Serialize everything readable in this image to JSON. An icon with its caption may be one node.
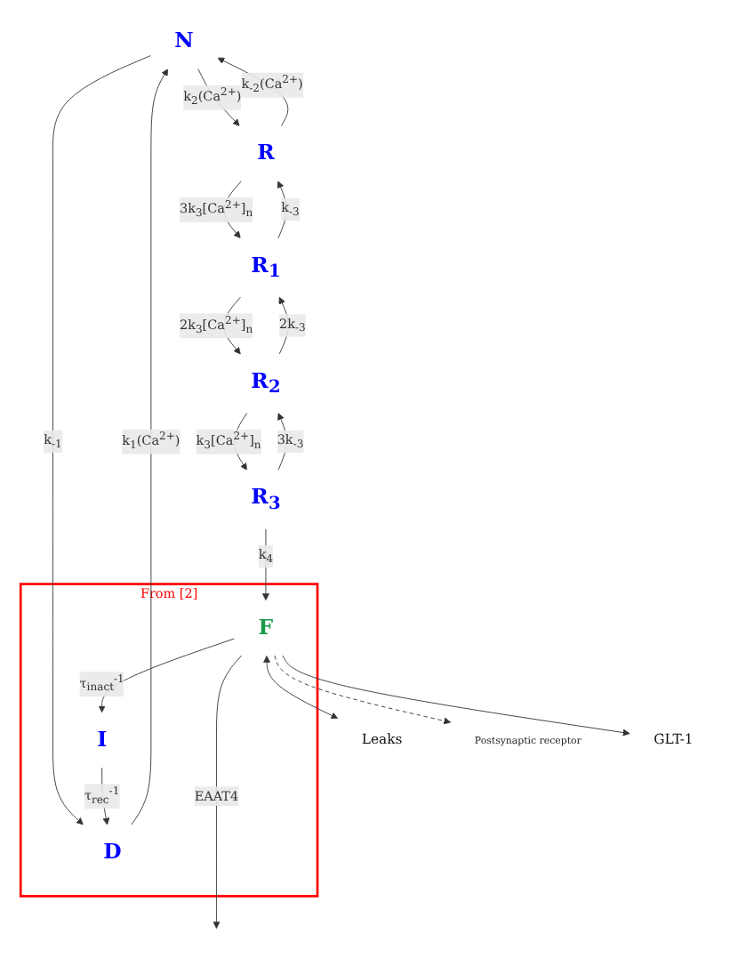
{
  "diagram": {
    "nodes": [
      {
        "text": [
          "N"
        ]
      },
      {
        "text": [
          "R"
        ]
      },
      {
        "text": [
          "R$_{1}$"
        ]
      },
      {
        "text": [
          "R$_{2}$"
        ]
      },
      {
        "text": [
          "R$_{3}$"
        ]
      },
      {
        "text": [
          "From [2]"
        ]
      },
      {
        "text": [
          "D"
        ],
        "in": 5
      },
      {
        "text": [
          "I"
        ],
        "in": 5
      },
      {
        "text": [
          "F"
        ],
        "in": 5
      },
      {
        "text": [
          "Leaks"
        ]
      },
      {
        "text": [
          "Postsynaptic receptor"
        ]
      },
      {
        "text": [
          "GLT-1"
        ]
      }
    ],
    "edges": [
      {
        "from": 0,
        "to": 6,
        "arrow": "to",
        "label": "k$_{-1}$"
      },
      {
        "from": 6,
        "to": 0,
        "arrow": "to",
        "label": "k$_{1}$(Ca$^{2+}$)"
      },
      {
        "from": 1,
        "to": 0,
        "arrow": "to",
        "label": "k$_{-2}$(Ca$^{2+}$)"
      },
      {
        "from": 0,
        "to": 1,
        "arrow": "to",
        "label": "k$_{2}$(Ca$^{2+}$)"
      },
      {
        "from": 2,
        "to": 1,
        "arrow": "to",
        "label": "k$_{-3}$"
      },
      {
        "from": 1,
        "to": 2,
        "arrow": "to",
        "label": "3k$_{3}$[Ca$^{2+}$]$_{n}$"
      },
      {
        "from": 3,
        "to": 2,
        "arrow": "to",
        "label": "2k$_{-3}$"
      },
      {
        "from": 2,
        "to": 3,
        "arrow": "to",
        "label": "2k$_{3}$[Ca$^{2+}$]$_{n}$"
      },
      {
        "from": 4,
        "to": 3,
        "arrow": "to",
        "label": "3k$_{-3}$"
      },
      {
        "from": 3,
        "to": 4,
        "arrow": "to",
        "label": "k$_{3}$[Ca$^{2+}$]$_{n}$"
      },
      {
        "from": 4,
        "to": 8,
        "arrow": "to",
        "label": "k$_{4}$"
      },
      {
        "from": 7,
        "to": 6,
        "arrow": "to",
        "label": "τ$_{rec}$$^{-1}$"
      },
      {
        "from": 8,
        "to": 7,
        "arrow": "to",
        "label": "τ$_{inact}$$^{-1}$"
      },
      {
        "from": 8,
        "to": null,
        "arrow": "to",
        "label": "EAAT4"
      },
      {
        "from": 8,
        "to": 9,
        "arrow": "both"
      },
      {
        "from": 8,
        "to": 10,
        "arrow": "to",
        "style": "dashed"
      },
      {
        "from": 8,
        "to": 11,
        "arrow": "to"
      }
    ]
  }
}
